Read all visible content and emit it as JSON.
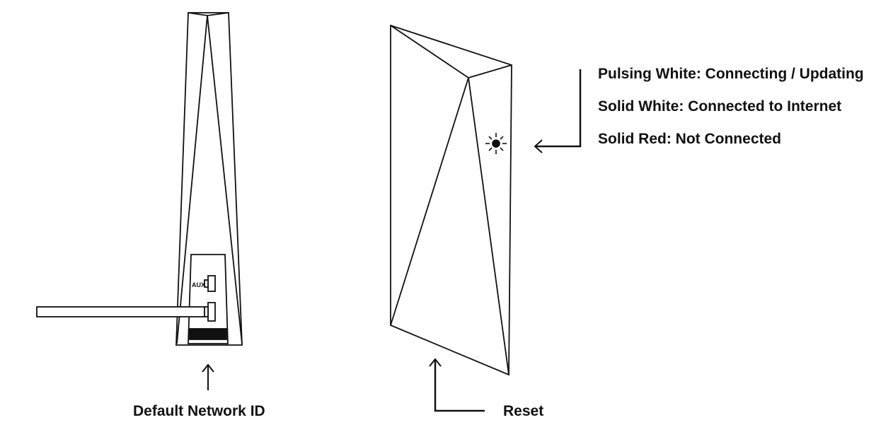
{
  "colors": {
    "line": "#111111",
    "background": "#ffffff"
  },
  "labels": {
    "default_network_id": "Default Network ID",
    "reset": "Reset",
    "aux_port": "AUX"
  },
  "led_status": [
    "Pulsing White: Connecting / Updating",
    "Solid White: Connected to Internet",
    "Solid Red: Not Connected"
  ],
  "icons": {
    "led": "sun-icon",
    "arrows": "arrow-up-icon"
  }
}
